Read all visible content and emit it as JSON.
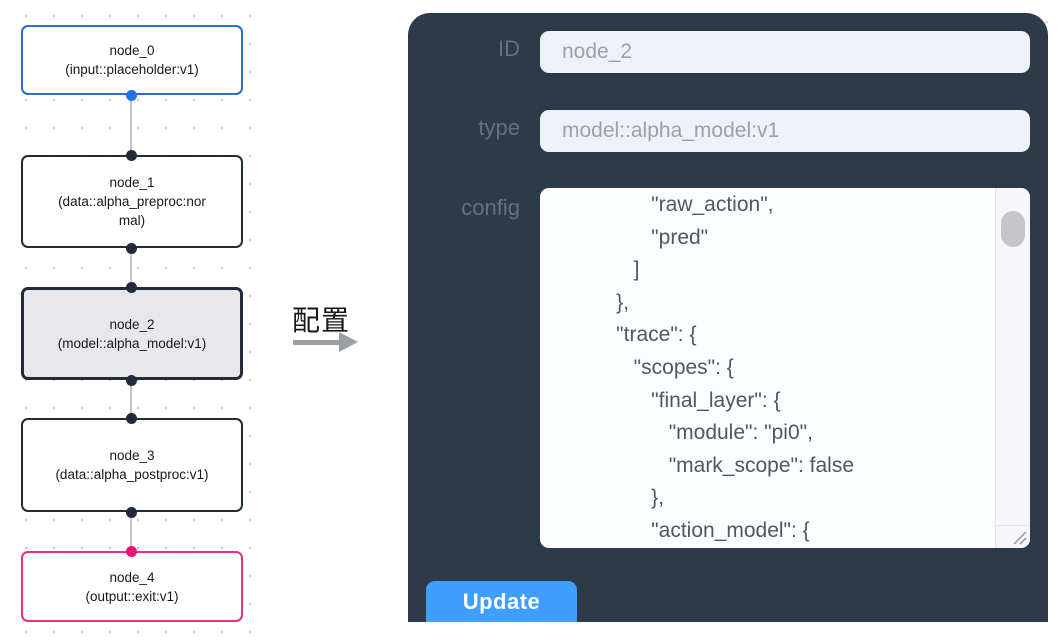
{
  "pipeline": {
    "nodes": [
      {
        "id": "node_0",
        "title": "node_0",
        "subtitle": "(input::placeholder:v1)",
        "kind": "input",
        "selected": false
      },
      {
        "id": "node_1",
        "title": "node_1",
        "subtitle": "(data::alpha_preproc:normal)",
        "kind": "data",
        "selected": false
      },
      {
        "id": "node_2",
        "title": "node_2",
        "subtitle": "(model::alpha_model:v1)",
        "kind": "model",
        "selected": true
      },
      {
        "id": "node_3",
        "title": "node_3",
        "subtitle": "(data::alpha_postproc:v1)",
        "kind": "data",
        "selected": false
      },
      {
        "id": "node_4",
        "title": "node_4",
        "subtitle": "(output::exit:v1)",
        "kind": "output",
        "selected": false
      }
    ]
  },
  "transition": {
    "label": "配置"
  },
  "config_panel": {
    "fields": [
      {
        "label": "ID",
        "value": "node_2"
      },
      {
        "label": "type",
        "value": "model::alpha_model:v1"
      }
    ],
    "config_label": "config",
    "config_lines": [
      "                 \"raw_action\",",
      "                 \"pred\"",
      "              ]",
      "           },",
      "           \"trace\": {",
      "              \"scopes\": {",
      "                 \"final_layer\": {",
      "                    \"module\": \"pi0\",",
      "                    \"mark_scope\": false",
      "                 },",
      "                 \"action_model\": {"
    ],
    "update_label": "Update"
  },
  "colors": {
    "panel_bg": "#2d3a4a",
    "accent_blue": "#409eff",
    "node_default_border": "#232c3c",
    "node_input_border": "#2e6bd4",
    "node_output_border": "#ed2d7f",
    "node_selected_bg": "#e8e8ea",
    "port_dark": "#222b3b",
    "port_blue": "#2273e8",
    "port_pink": "#f1146e",
    "input_bg": "#eef1f6",
    "input_text": "#99a1af",
    "label_text": "#66707f"
  }
}
